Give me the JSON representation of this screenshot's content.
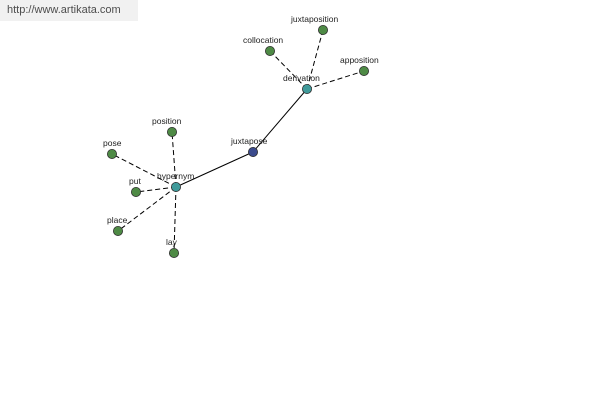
{
  "source": {
    "url_text": "http://www.artikata.com"
  },
  "colors": {
    "leaf_node": "#4e8a45",
    "relation_node": "#3f9a9a",
    "root_node": "#3b4a8c"
  },
  "graph": {
    "root": {
      "label": "juxtapose"
    },
    "relations": [
      {
        "label": "hypernym",
        "children": [
          {
            "label": "position"
          },
          {
            "label": "pose"
          },
          {
            "label": "put"
          },
          {
            "label": "place"
          },
          {
            "label": "lay"
          }
        ]
      },
      {
        "label": "derivation",
        "children": [
          {
            "label": "juxtaposition"
          },
          {
            "label": "collocation"
          },
          {
            "label": "apposition"
          }
        ]
      }
    ]
  }
}
